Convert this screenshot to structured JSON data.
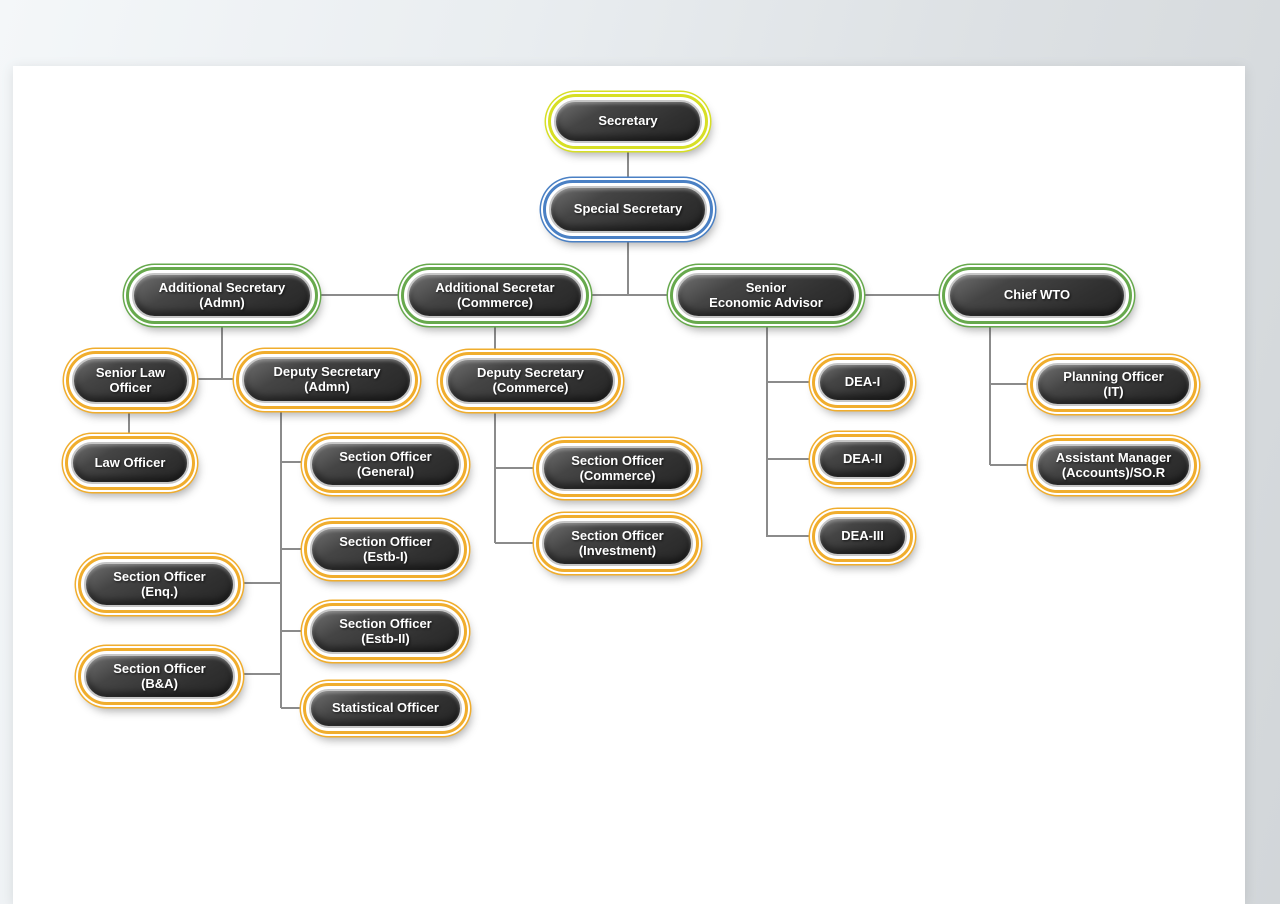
{
  "diagram": {
    "type": "org-chart",
    "colors": {
      "yellow_green": "#d7df25",
      "blue": "#4a80c4",
      "green": "#67a94d",
      "orange": "#f0ad2d",
      "connector": "#8b8b8b",
      "pill_dark": "#303030",
      "pill_text": "#ffffff",
      "page_background": "#ffffff"
    },
    "nodes": {
      "secretary": {
        "label": "Secretary",
        "ring": "yellow_green"
      },
      "special_secretary": {
        "label": "Special Secretary",
        "ring": "blue"
      },
      "add_sec_admn": {
        "label": "Additional Secretary\n(Admn)",
        "ring": "green"
      },
      "add_sec_commerce": {
        "label": "Additional Secretar\n(Commerce)",
        "ring": "green"
      },
      "senior_economic_advisor": {
        "label": "Senior\nEconomic Advisor",
        "ring": "green"
      },
      "chief_wto": {
        "label": "Chief WTO",
        "ring": "green"
      },
      "senior_law_officer": {
        "label": "Senior Law\nOfficer",
        "ring": "orange"
      },
      "deputy_secretary_admn": {
        "label": "Deputy Secretary\n(Admn)",
        "ring": "orange"
      },
      "deputy_secretary_commerce": {
        "label": "Deputy Secretary\n(Commerce)",
        "ring": "orange"
      },
      "law_officer": {
        "label": "Law Officer",
        "ring": "orange"
      },
      "so_general": {
        "label": "Section Officer\n(General)",
        "ring": "orange"
      },
      "so_commerce": {
        "label": "Section Officer\n(Commerce)",
        "ring": "orange"
      },
      "so_estb_i": {
        "label": "Section Officer\n(Estb-I)",
        "ring": "orange"
      },
      "so_investment": {
        "label": "Section Officer\n(Investment)",
        "ring": "orange"
      },
      "so_enq": {
        "label": "Section Officer\n(Enq.)",
        "ring": "orange"
      },
      "so_estb_ii": {
        "label": "Section Officer\n(Estb-II)",
        "ring": "orange"
      },
      "so_ba": {
        "label": "Section Officer\n(B&A)",
        "ring": "orange"
      },
      "statistical_officer": {
        "label": "Statistical Officer",
        "ring": "orange"
      },
      "dea_i": {
        "label": "DEA-I",
        "ring": "orange"
      },
      "dea_ii": {
        "label": "DEA-II",
        "ring": "orange"
      },
      "dea_iii": {
        "label": "DEA-III",
        "ring": "orange"
      },
      "planning_officer_it": {
        "label": "Planning Officer\n(IT)",
        "ring": "orange"
      },
      "assistant_manager": {
        "label": "Assistant Manager\n(Accounts)/SO.R",
        "ring": "orange"
      }
    },
    "edges": [
      [
        "secretary",
        "special_secretary"
      ],
      [
        "special_secretary",
        "add_sec_admn"
      ],
      [
        "special_secretary",
        "add_sec_commerce"
      ],
      [
        "special_secretary",
        "senior_economic_advisor"
      ],
      [
        "special_secretary",
        "chief_wto"
      ],
      [
        "add_sec_admn",
        "senior_law_officer"
      ],
      [
        "add_sec_admn",
        "deputy_secretary_admn"
      ],
      [
        "senior_law_officer",
        "law_officer"
      ],
      [
        "deputy_secretary_admn",
        "so_general"
      ],
      [
        "deputy_secretary_admn",
        "so_estb_i"
      ],
      [
        "deputy_secretary_admn",
        "so_estb_ii"
      ],
      [
        "deputy_secretary_admn",
        "statistical_officer"
      ],
      [
        "deputy_secretary_admn",
        "so_enq"
      ],
      [
        "deputy_secretary_admn",
        "so_ba"
      ],
      [
        "add_sec_commerce",
        "deputy_secretary_commerce"
      ],
      [
        "deputy_secretary_commerce",
        "so_commerce"
      ],
      [
        "deputy_secretary_commerce",
        "so_investment"
      ],
      [
        "senior_economic_advisor",
        "dea_i"
      ],
      [
        "senior_economic_advisor",
        "dea_ii"
      ],
      [
        "senior_economic_advisor",
        "dea_iii"
      ],
      [
        "chief_wto",
        "planning_officer_it"
      ],
      [
        "chief_wto",
        "assistant_manager"
      ]
    ]
  }
}
